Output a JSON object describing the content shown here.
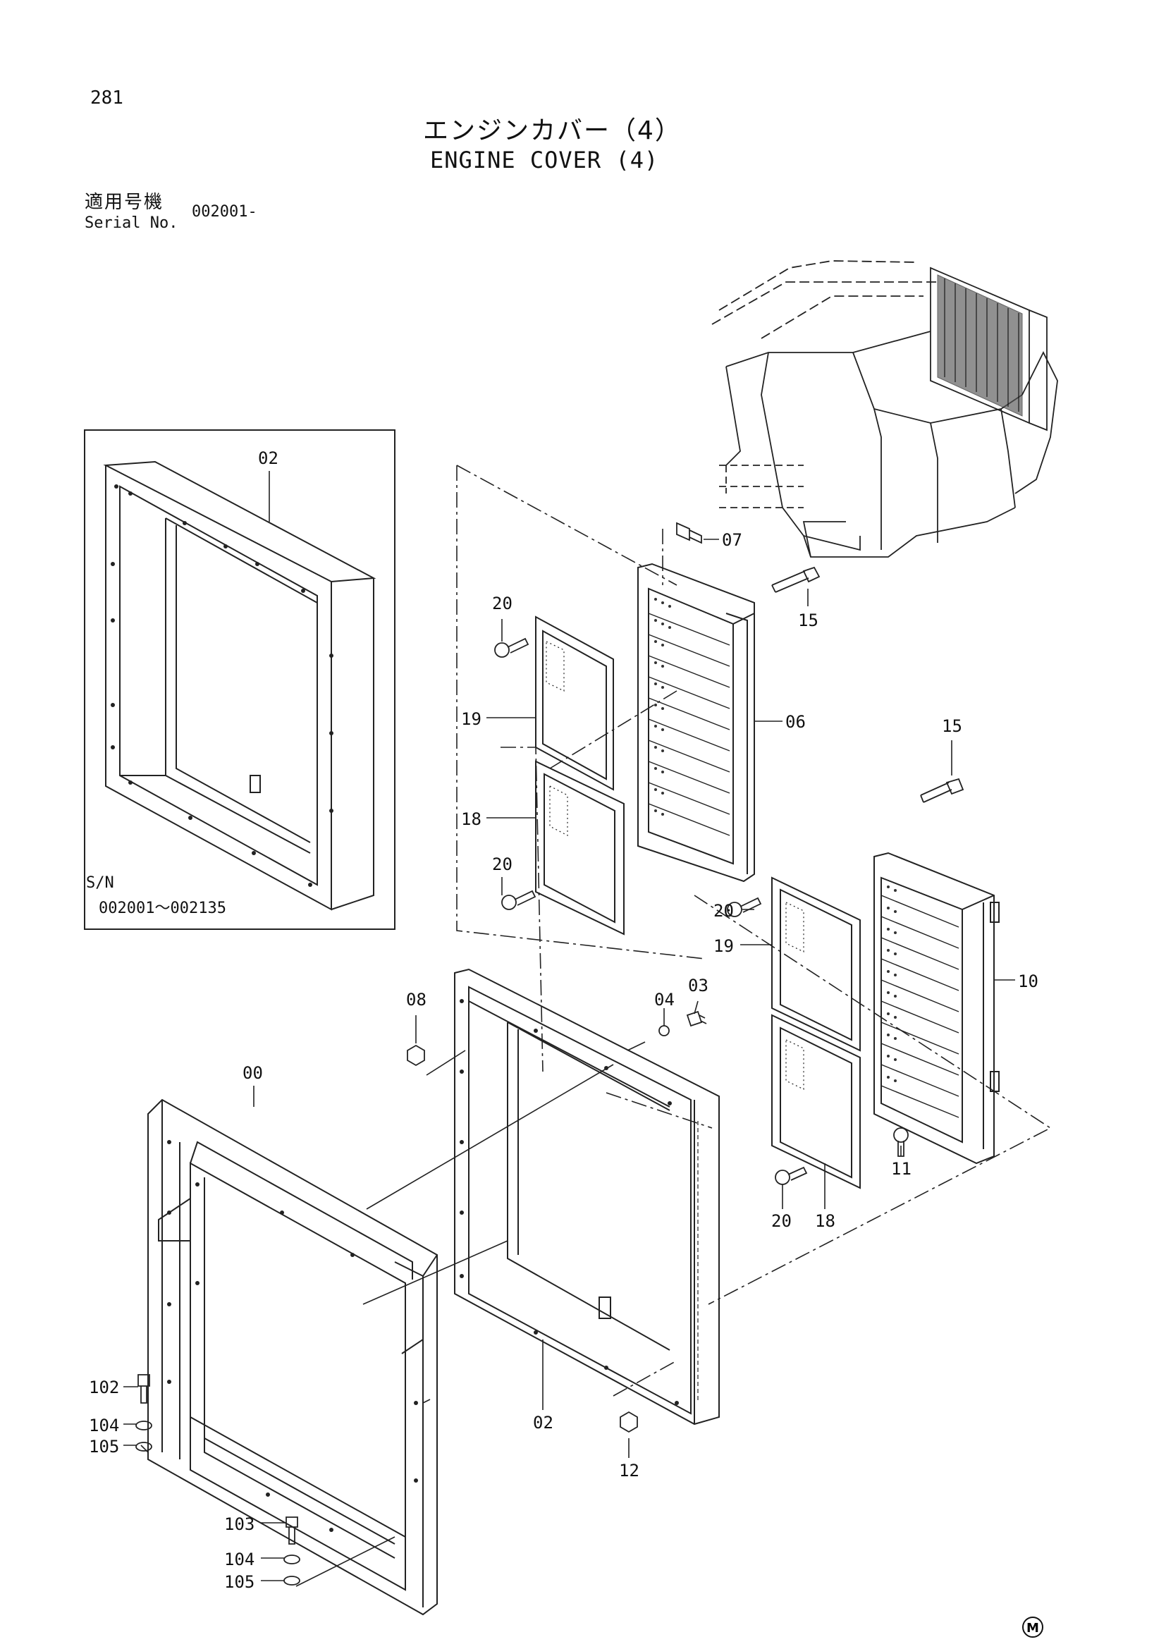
{
  "header": {
    "page_number": "281",
    "title_jp": "エンジンカバー（4）",
    "title_en": "ENGINE COVER (4)",
    "serial_label_jp": "適用号機",
    "serial_label_en": "Serial No.",
    "serial_value": "002001-"
  },
  "inset": {
    "sn_label": "S/N",
    "sn_range": "002001～002135"
  },
  "callouts": {
    "inset_02": "02",
    "c07": "07",
    "c15a": "15",
    "c20a": "20",
    "c19a": "19",
    "c06": "06",
    "c18a": "18",
    "c20b": "20",
    "c15b": "15",
    "c20c": "20",
    "c19b": "19",
    "c10": "10",
    "c08": "08",
    "c04": "04",
    "c03": "03",
    "c00": "00",
    "c11": "11",
    "c20d": "20",
    "c18b": "18",
    "c02": "02",
    "c12": "12",
    "c102": "102",
    "c104a": "104",
    "c105a": "105",
    "c103": "103",
    "c104b": "104",
    "c105b": "105"
  },
  "footer": {
    "mark": "M"
  }
}
